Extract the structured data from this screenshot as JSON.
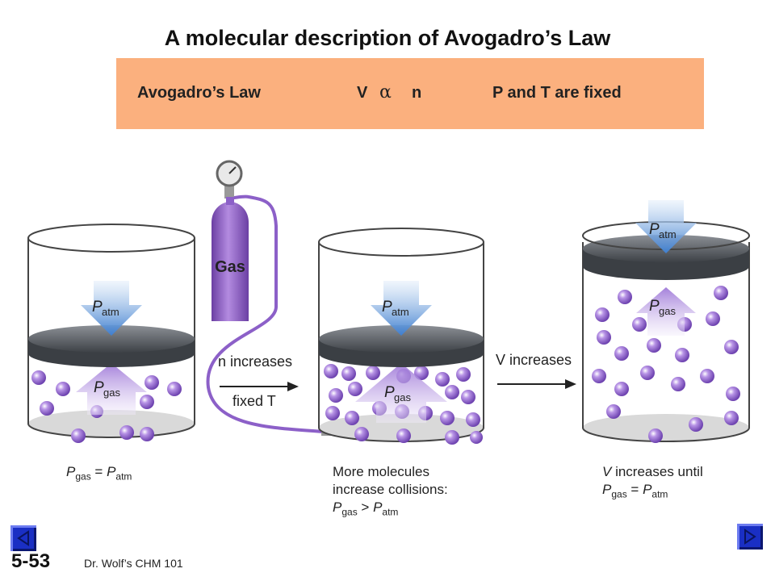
{
  "title": "A molecular description of Avogadro’s Law",
  "band": {
    "law_name": "Avogadro’s Law",
    "relation_v": "V",
    "relation_symbol": "α",
    "relation_n": "n",
    "conditions": "P and T are fixed"
  },
  "diagram": {
    "gas_tank_label": "Gas",
    "arrow1_line1": "n increases",
    "arrow1_line2": "fixed T",
    "arrow2_label": "V increases",
    "p_atm_label": "P",
    "p_atm_sub": "atm",
    "p_gas_label": "P",
    "p_gas_sub": "gas"
  },
  "captions": {
    "left": "P_gas = P_atm",
    "middle_line1": "More molecules",
    "middle_line2": "increase collisions:",
    "middle_line3": "P_gas > P_atm",
    "right_line1": "V increases until",
    "right_line2": "P_gas = P_atm"
  },
  "footer": {
    "slide_number": "5-53",
    "course": "Dr. Wolf’s CHM 101"
  },
  "colors": {
    "band": "#fbb07e",
    "molecule": "#9a6fd0",
    "piston": "#555a60",
    "arrow_blue": "#4a86d4",
    "arrow_purple": "#a07ad6",
    "nav_button": "#1a2fc4"
  }
}
